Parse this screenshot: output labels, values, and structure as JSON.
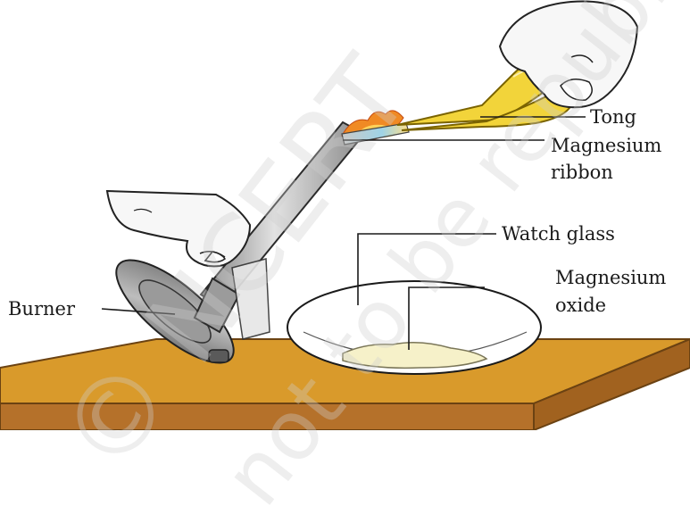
{
  "labels": {
    "tong": "Tong",
    "magnesium_ribbon_line1": "Magnesium",
    "magnesium_ribbon_line2": "ribbon",
    "watch_glass": "Watch glass",
    "magnesium_oxide_line1": "Magnesium",
    "magnesium_oxide_line2": "oxide",
    "burner": "Burner"
  },
  "watermark": {
    "line1": "© NCERT",
    "line2": "not to be republished"
  },
  "colors": {
    "table_top": "#d99a2b",
    "table_front": "#b5712a",
    "tong": "#f2d43a",
    "flame": "#f08a24",
    "skin": "#f7f7f7",
    "metal": "#a9a9a9"
  }
}
